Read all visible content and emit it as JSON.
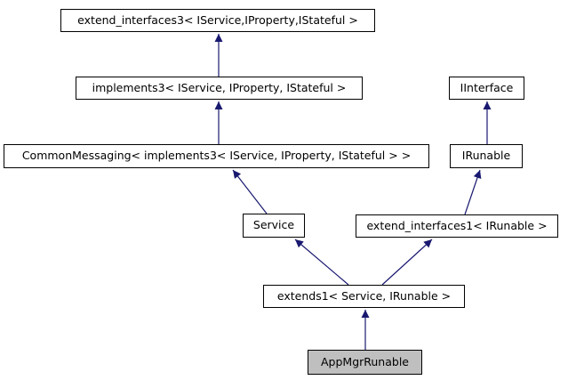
{
  "diagram": {
    "type": "class-inheritance-graph",
    "background_color": "#ffffff",
    "edge_color": "#191970",
    "node_border_color": "#000000",
    "node_fill_color": "#ffffff",
    "highlighted_node_fill_color": "#bfbfbf",
    "nodes": [
      {
        "id": "extend_interfaces3",
        "label": "extend_interfaces3< IService,IProperty,IStateful >",
        "highlighted": false
      },
      {
        "id": "implements3",
        "label": "implements3< IService, IProperty, IStateful >",
        "highlighted": false
      },
      {
        "id": "CommonMessaging",
        "label": "CommonMessaging< implements3< IService, IProperty, IStateful > >",
        "highlighted": false
      },
      {
        "id": "IInterface",
        "label": "IInterface",
        "highlighted": false
      },
      {
        "id": "IRunable",
        "label": "IRunable",
        "highlighted": false
      },
      {
        "id": "Service",
        "label": "Service",
        "highlighted": false
      },
      {
        "id": "extend_interfaces1",
        "label": "extend_interfaces1< IRunable >",
        "highlighted": false
      },
      {
        "id": "extends1",
        "label": "extends1< Service, IRunable >",
        "highlighted": false
      },
      {
        "id": "AppMgrRunable",
        "label": "AppMgrRunable",
        "highlighted": true
      }
    ],
    "edges": [
      {
        "from": "implements3",
        "to": "extend_interfaces3"
      },
      {
        "from": "CommonMessaging",
        "to": "implements3"
      },
      {
        "from": "Service",
        "to": "CommonMessaging"
      },
      {
        "from": "IRunable",
        "to": "IInterface"
      },
      {
        "from": "extend_interfaces1",
        "to": "IRunable"
      },
      {
        "from": "extends1",
        "to": "Service"
      },
      {
        "from": "extends1",
        "to": "extend_interfaces1"
      },
      {
        "from": "AppMgrRunable",
        "to": "extends1"
      }
    ]
  }
}
